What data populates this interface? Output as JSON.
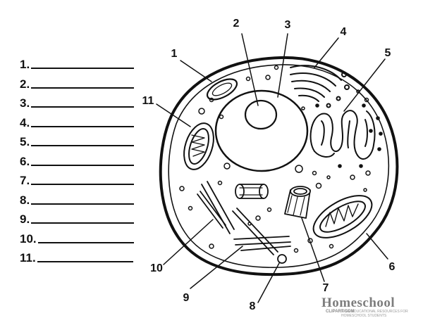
{
  "answer_sheet": {
    "rows": [
      {
        "number": "1."
      },
      {
        "number": "2."
      },
      {
        "number": "3."
      },
      {
        "number": "4."
      },
      {
        "number": "5."
      },
      {
        "number": "6."
      },
      {
        "number": "7."
      },
      {
        "number": "8."
      },
      {
        "number": "9."
      },
      {
        "number": "10."
      },
      {
        "number": "11."
      }
    ]
  },
  "diagram": {
    "callouts": [
      "1",
      "2",
      "3",
      "4",
      "5",
      "6",
      "7",
      "8",
      "9",
      "10",
      "11"
    ]
  },
  "watermark": {
    "brand": "Homeschool",
    "site": "CLIPART.COM",
    "tagline": "FREE EDUCATIONAL RESOURCES FOR HOMESCHOOL STUDENTS"
  },
  "colors": {
    "ink": "#111111",
    "watermark": "#7d7d7d"
  }
}
